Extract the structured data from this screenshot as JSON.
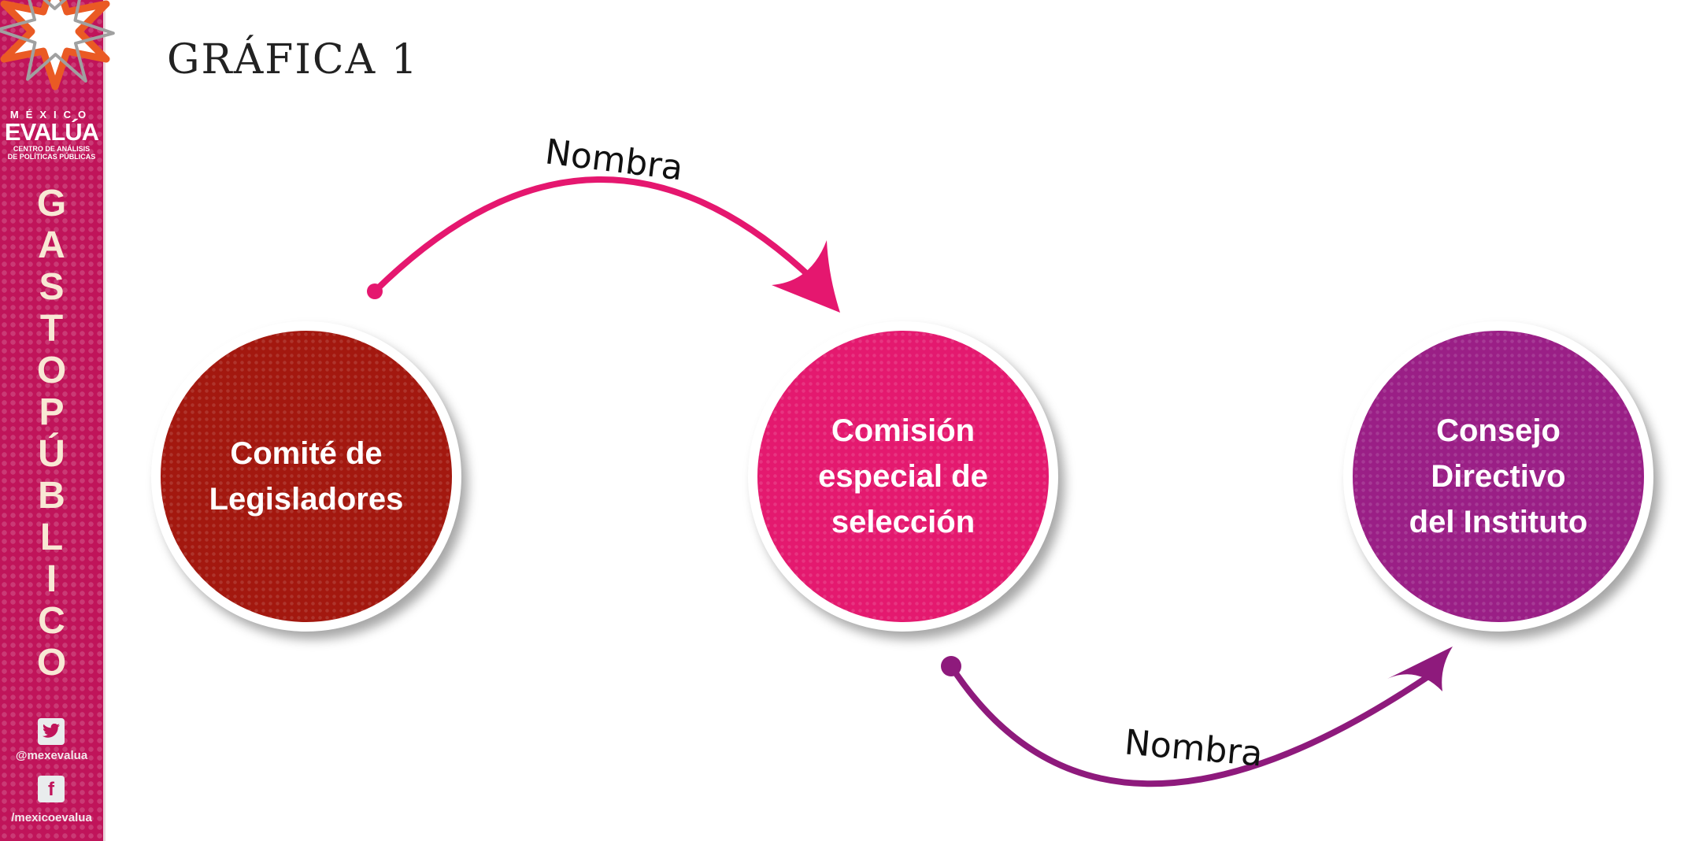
{
  "sidebar": {
    "brand_top": "MÉXICO",
    "brand_name": "EVALÚA",
    "brand_sub_1": "CENTRO DE ANÁLISIS",
    "brand_sub_2": "DE POLÍTICAS PÚBLICAS",
    "vertical_letters": [
      "G",
      "A",
      "S",
      "T",
      "O",
      "P",
      "Ú",
      "B",
      "L",
      "I",
      "C",
      "O"
    ],
    "twitter_handle": "@mexevalua",
    "facebook_handle": "/mexicoevalua"
  },
  "title": "GRÁFICA 1",
  "nodes": [
    {
      "label": "Comité de\nLegisladores",
      "color": "#a3180f"
    },
    {
      "label": "Comisión\nespecial de\nselección",
      "color": "#e4196f"
    },
    {
      "label": "Consejo\nDirectivo\ndel Instituto",
      "color": "#9a1f86"
    }
  ],
  "edges": [
    {
      "from": "Comité de Legisladores",
      "to": "Comisión especial de selección",
      "label": "Nombra",
      "color": "#e5176f"
    },
    {
      "from": "Comisión especial de selección",
      "to": "Consejo Directivo del Instituto",
      "label": "Nombra",
      "color": "#8e1a7c"
    }
  ]
}
